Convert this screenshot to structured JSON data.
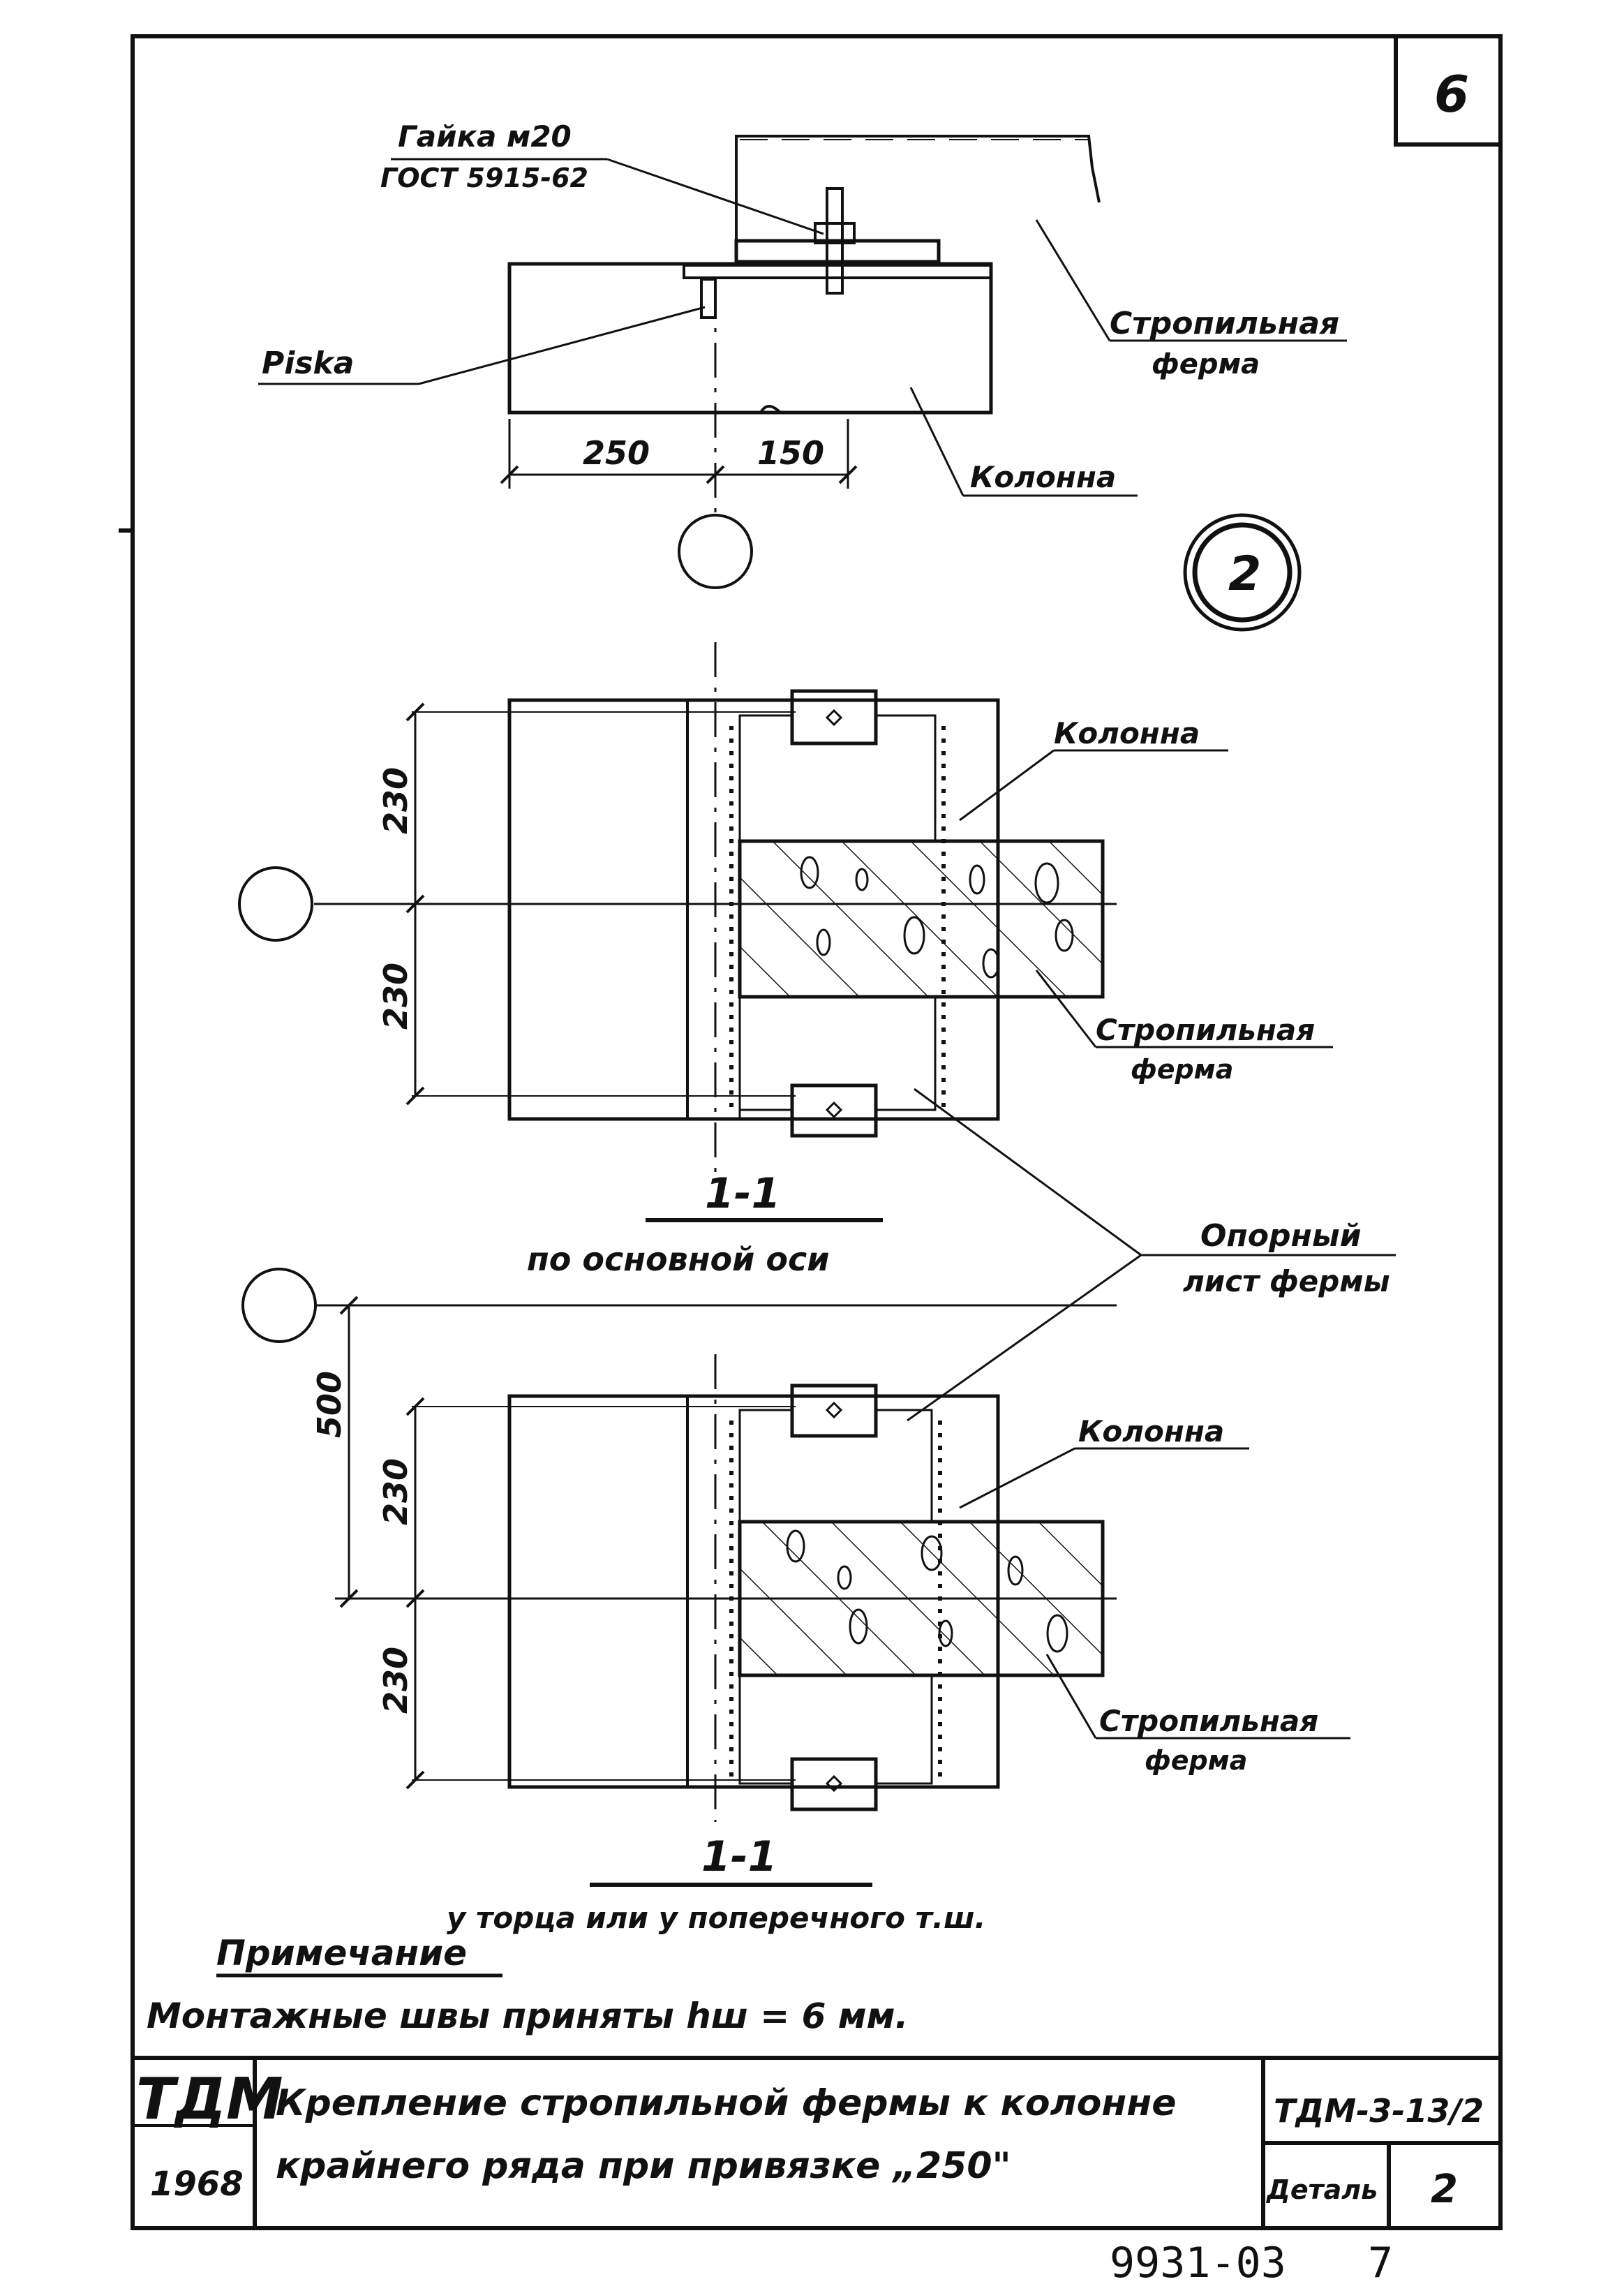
{
  "sheet": {
    "sheet_number": "6",
    "detail_circle": "2",
    "bottom_number": "9931-03",
    "bottom_page": "7"
  },
  "top_view": {
    "nut_label_line1": "Гайка м20",
    "nut_label_line2": "ГОСТ 5915-62",
    "risk_label": "Рiska",
    "truss_label_line1": "Стропильная",
    "truss_label_line2": "ферма",
    "column_label": "Колонна",
    "dim_left": "250",
    "dim_right": "150"
  },
  "section_a": {
    "dim_top": "230",
    "dim_bottom": "230",
    "column_label": "Колонна",
    "truss_label_line1": "Стропильная",
    "truss_label_line2": "ферма",
    "title": "1-1",
    "subtitle": "по основной оси"
  },
  "support_sheet_label_line1": "Опорный",
  "support_sheet_label_line2": "лист фермы",
  "section_b": {
    "dim_outer": "500",
    "dim_top": "230",
    "dim_bottom": "230",
    "column_label": "Колонна",
    "truss_label_line1": "Стропильная",
    "truss_label_line2": "ферма",
    "title": "1-1",
    "subtitle": "у торца или у поперечного т.ш."
  },
  "note": {
    "heading": "Примечание",
    "text": "Монтажные швы приняты hш = 6 мм."
  },
  "title_block": {
    "org": "ТДМ",
    "year": "1968",
    "title_line1": "Крепление стропильной фермы к колонне",
    "title_line2": "крайнего ряда при привязке „250\"",
    "code": "ТДМ-3-13/2",
    "detail_label": "Деталь",
    "detail_value": "2"
  }
}
